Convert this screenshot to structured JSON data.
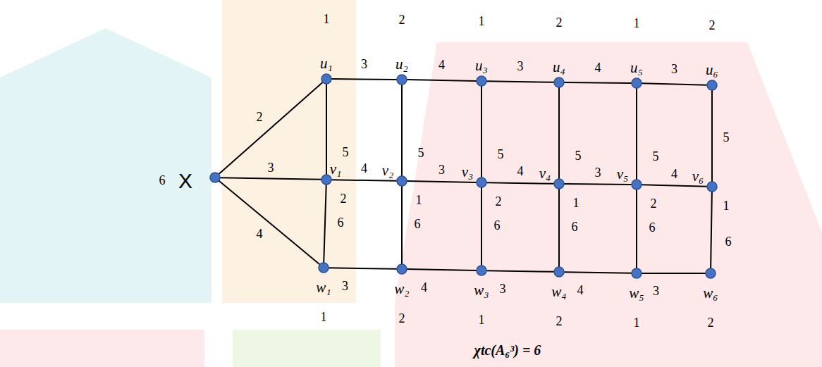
{
  "diagram": {
    "caption": "χtc(A₆³) = 6",
    "nodes": [
      {
        "text": [
          "X",
          "6"
        ]
      },
      {
        "text": [
          "u₁",
          "1"
        ]
      },
      {
        "text": [
          "u₂",
          "2"
        ]
      },
      {
        "text": [
          "u₃",
          "1"
        ]
      },
      {
        "text": [
          "u₄",
          "2"
        ]
      },
      {
        "text": [
          "u₅",
          "1"
        ]
      },
      {
        "text": [
          "u₆",
          "2"
        ]
      },
      {
        "text": [
          "v₁",
          "2"
        ]
      },
      {
        "text": [
          "v₂",
          "1"
        ]
      },
      {
        "text": [
          "v₃",
          "2"
        ]
      },
      {
        "text": [
          "v₄",
          "1"
        ]
      },
      {
        "text": [
          "v₅",
          "2"
        ]
      },
      {
        "text": [
          "v₆",
          "1"
        ]
      },
      {
        "text": [
          "w₁",
          "1"
        ]
      },
      {
        "text": [
          "w₂",
          "2"
        ]
      },
      {
        "text": [
          "w₃",
          "1"
        ]
      },
      {
        "text": [
          "w₄",
          "2"
        ]
      },
      {
        "text": [
          "w₅",
          "1"
        ]
      },
      {
        "text": [
          "w₆",
          "2"
        ]
      }
    ],
    "edges": [
      {
        "from": 0,
        "to": 1,
        "arrow": "none",
        "label": "2"
      },
      {
        "from": 0,
        "to": 7,
        "arrow": "none",
        "label": "3"
      },
      {
        "from": 0,
        "to": 13,
        "arrow": "none",
        "label": "4"
      },
      {
        "from": 1,
        "to": 2,
        "arrow": "none",
        "label": "3"
      },
      {
        "from": 2,
        "to": 3,
        "arrow": "none",
        "label": "4"
      },
      {
        "from": 3,
        "to": 4,
        "arrow": "none",
        "label": "3"
      },
      {
        "from": 4,
        "to": 5,
        "arrow": "none",
        "label": "4"
      },
      {
        "from": 5,
        "to": 6,
        "arrow": "none",
        "label": "3"
      },
      {
        "from": 7,
        "to": 8,
        "arrow": "none",
        "label": "4"
      },
      {
        "from": 8,
        "to": 9,
        "arrow": "none",
        "label": "3"
      },
      {
        "from": 9,
        "to": 10,
        "arrow": "none",
        "label": "4"
      },
      {
        "from": 10,
        "to": 11,
        "arrow": "none",
        "label": "3"
      },
      {
        "from": 11,
        "to": 12,
        "arrow": "none",
        "label": "4"
      },
      {
        "from": 13,
        "to": 14,
        "arrow": "none",
        "label": "3"
      },
      {
        "from": 14,
        "to": 15,
        "arrow": "none",
        "label": "4"
      },
      {
        "from": 15,
        "to": 16,
        "arrow": "none",
        "label": "3"
      },
      {
        "from": 16,
        "to": 17,
        "arrow": "none",
        "label": "4"
      },
      {
        "from": 17,
        "to": 18,
        "arrow": "none",
        "label": "3"
      },
      {
        "from": 1,
        "to": 7,
        "arrow": "none",
        "label": "5"
      },
      {
        "from": 2,
        "to": 8,
        "arrow": "none",
        "label": "5"
      },
      {
        "from": 3,
        "to": 9,
        "arrow": "none",
        "label": "5"
      },
      {
        "from": 4,
        "to": 10,
        "arrow": "none",
        "label": "5"
      },
      {
        "from": 5,
        "to": 11,
        "arrow": "none",
        "label": "5"
      },
      {
        "from": 6,
        "to": 12,
        "arrow": "none",
        "label": "5"
      },
      {
        "from": 7,
        "to": 13,
        "arrow": "none",
        "label": "6"
      },
      {
        "from": 8,
        "to": 14,
        "arrow": "none",
        "label": "6"
      },
      {
        "from": 9,
        "to": 15,
        "arrow": "none",
        "label": "6"
      },
      {
        "from": 10,
        "to": 16,
        "arrow": "none",
        "label": "6"
      },
      {
        "from": 11,
        "to": 17,
        "arrow": "none",
        "label": "6"
      },
      {
        "from": 12,
        "to": 18,
        "arrow": "none",
        "label": "6"
      }
    ]
  }
}
